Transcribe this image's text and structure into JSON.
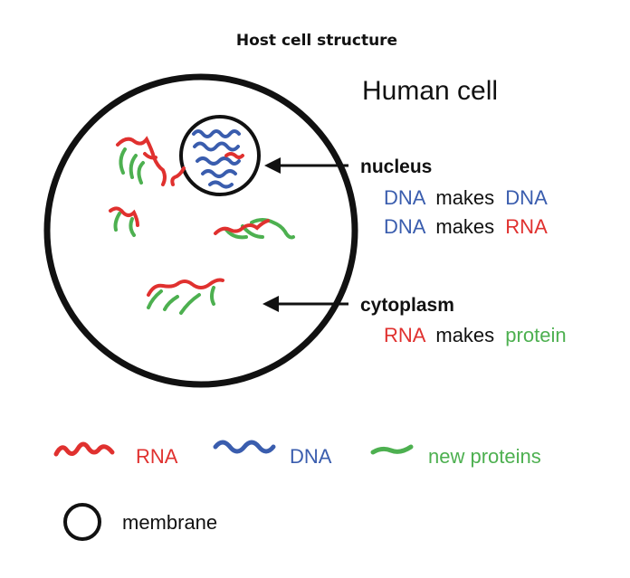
{
  "title": "Host cell structure",
  "cell_label": "Human cell",
  "nucleus": {
    "label": "nucleus",
    "line1": {
      "a": "DNA",
      "mid": "makes",
      "b": "DNA"
    },
    "line2": {
      "a": "DNA",
      "mid": "makes",
      "b": "RNA"
    }
  },
  "cytoplasm": {
    "label": "cytoplasm",
    "line1": {
      "a": "RNA",
      "mid": "makes",
      "b": "protein"
    }
  },
  "legend": {
    "rna": "RNA",
    "dna": "DNA",
    "proteins": "new proteins",
    "membrane": "membrane"
  },
  "colors": {
    "rna": "#e0312f",
    "dna": "#3a5dae",
    "protein": "#4db050",
    "text": "#111111"
  }
}
